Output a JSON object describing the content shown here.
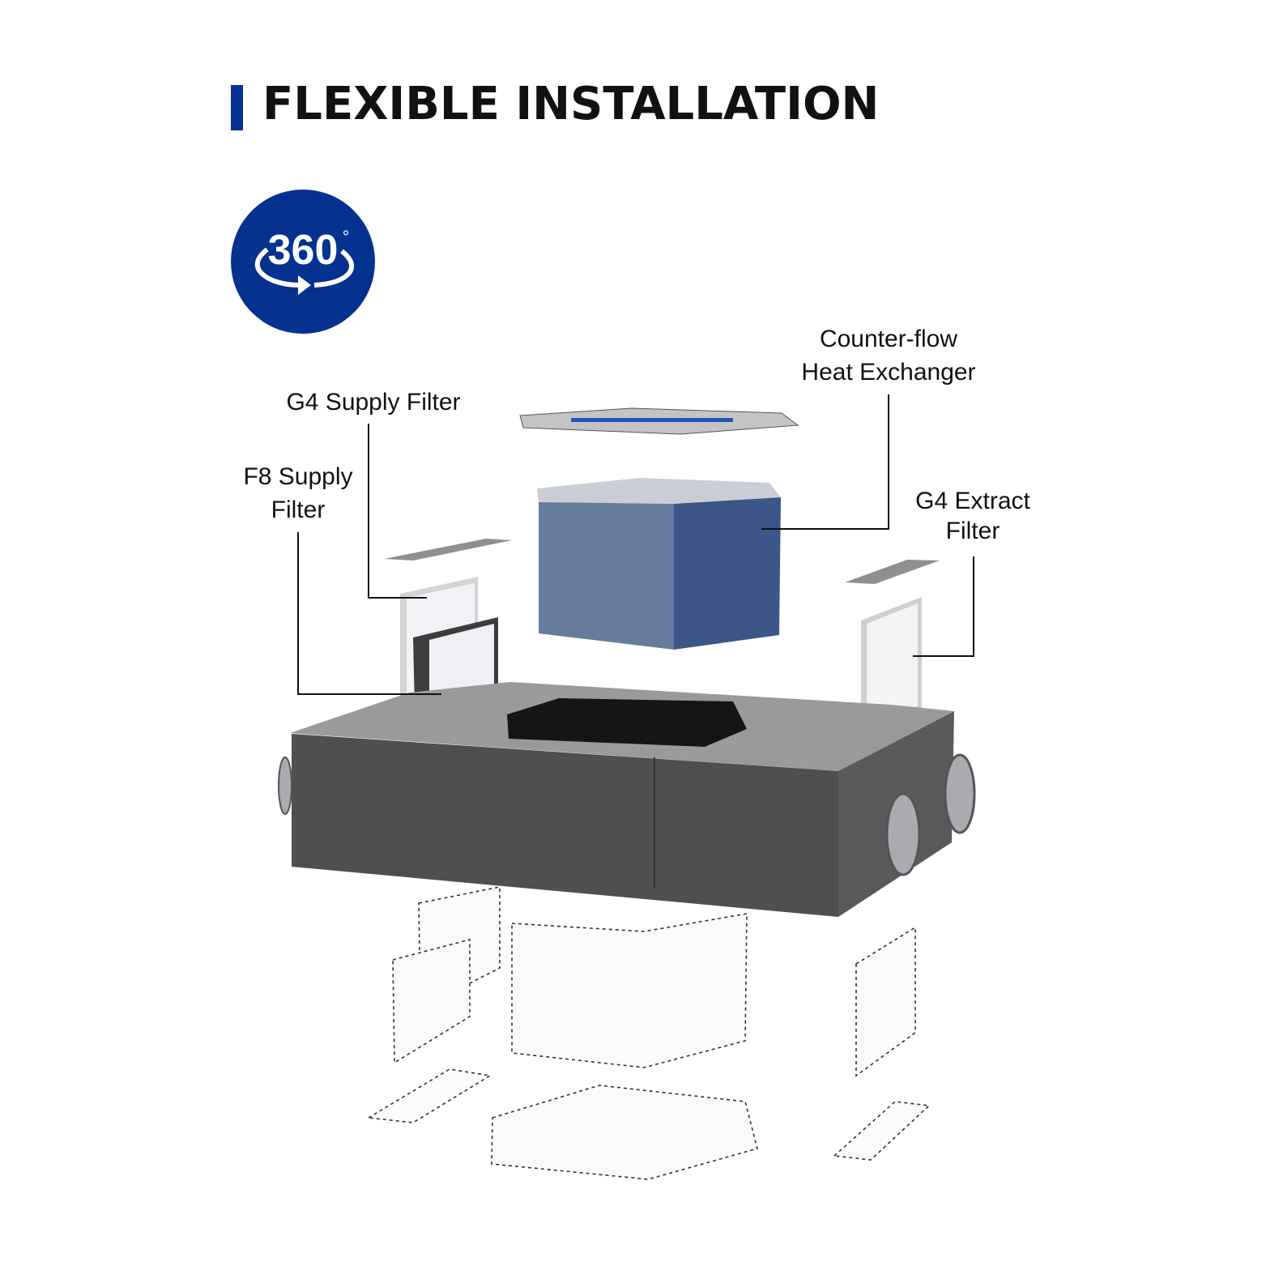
{
  "title": "FLEXIBLE INSTALLATION",
  "badge": {
    "text": "360",
    "degree": "°",
    "icon": "rotate-360-icon"
  },
  "labels": {
    "heat_exchanger": [
      "Counter-flow",
      "Heat Exchanger"
    ],
    "g4_supply": "G4 Supply Filter",
    "f8_supply": [
      "F8 Supply",
      "Filter"
    ],
    "g4_extract": [
      "G4 Extract",
      "Filter"
    ]
  },
  "colors": {
    "brand": "#05318f",
    "unit_body": "#4f4f4f",
    "exchanger": "#667c9c"
  }
}
